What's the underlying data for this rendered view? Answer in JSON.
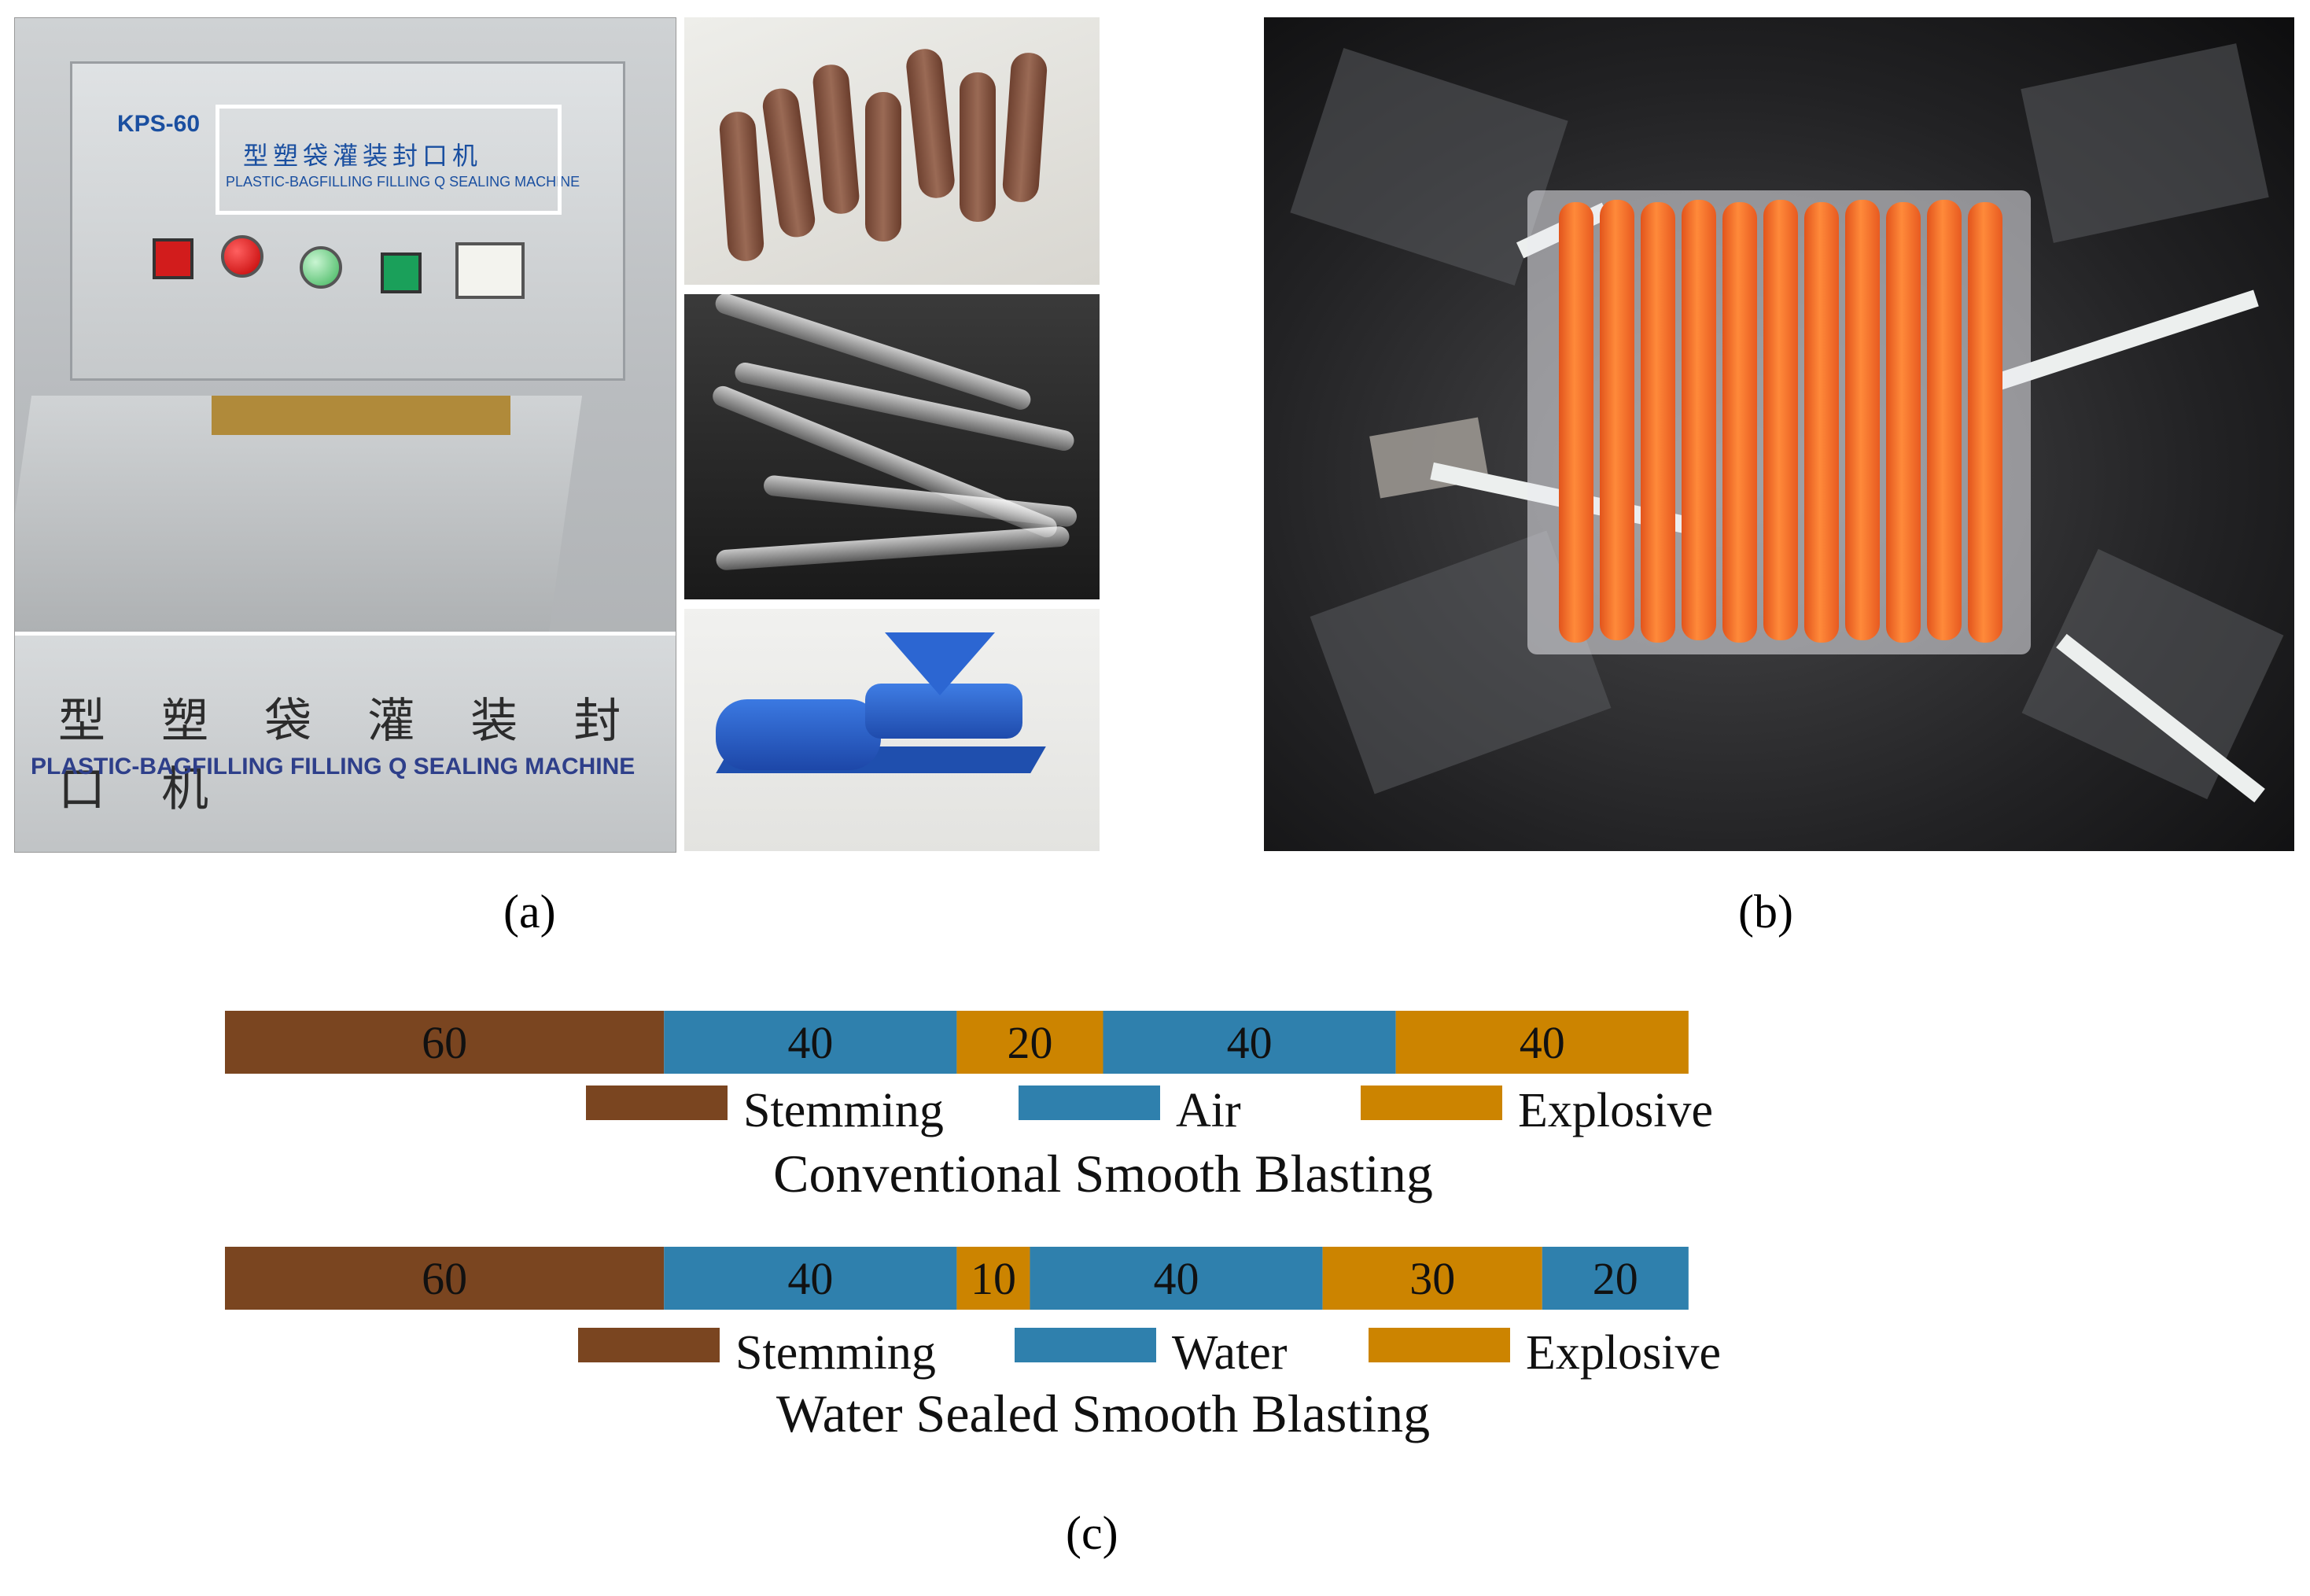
{
  "colors": {
    "stemming": "#7a4520",
    "air": "#2f80ad",
    "water": "#2f80ad",
    "explosive": "#cc8400"
  },
  "panel_a": {
    "label": "(a)",
    "machine_model": "KPS-60",
    "machine_label_cn": "型塑袋灌装封口机",
    "machine_label_en": "PLASTIC-BAGFILLING FILLING Q SEALING MACHINE",
    "zoom_label_cn": "型 塑 袋 灌 装 封 口 机",
    "zoom_label_en": "PLASTIC-BAGFILLING FILLING Q SEALING MACHINE"
  },
  "panel_b": {
    "label": "(b)"
  },
  "panel_c": {
    "label": "(c)"
  },
  "chart_data": [
    {
      "type": "bar",
      "orientation": "horizontal-stacked",
      "title": "Conventional Smooth Blasting",
      "segments": [
        {
          "category": "Stemming",
          "value": 60
        },
        {
          "category": "Air",
          "value": 40
        },
        {
          "category": "Explosive",
          "value": 20
        },
        {
          "category": "Air",
          "value": 40
        },
        {
          "category": "Explosive",
          "value": 40
        }
      ],
      "legend": [
        "Stemming",
        "Air",
        "Explosive"
      ]
    },
    {
      "type": "bar",
      "orientation": "horizontal-stacked",
      "title": "Water Sealed Smooth Blasting",
      "segments": [
        {
          "category": "Stemming",
          "value": 60
        },
        {
          "category": "Water",
          "value": 40
        },
        {
          "category": "Explosive",
          "value": 10
        },
        {
          "category": "Water",
          "value": 40
        },
        {
          "category": "Explosive",
          "value": 30
        },
        {
          "category": "Water",
          "value": 20
        }
      ],
      "legend": [
        "Stemming",
        "Water",
        "Explosive"
      ]
    }
  ]
}
